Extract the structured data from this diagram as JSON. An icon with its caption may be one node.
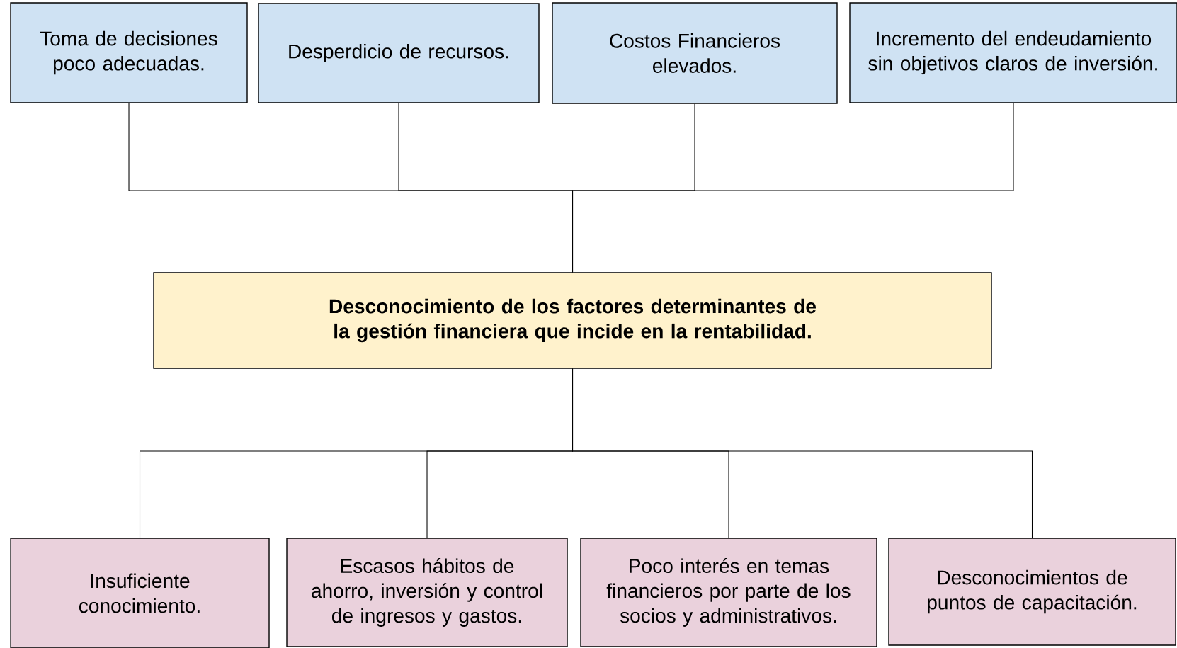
{
  "diagram": {
    "nodes": [
      {
        "text": [
          "Toma de decisiones poco adecuadas."
        ]
      },
      {
        "text": [
          "Desperdicio de recursos."
        ]
      },
      {
        "text": [
          "Costos Financieros elevados."
        ]
      },
      {
        "text": [
          "Incremento del endeudamiento sin objetivos claros de inversión."
        ]
      },
      {
        "text": [
          "Desconocimiento de los factores determinantes de la gestión financiera que incide en la rentabilidad."
        ]
      },
      {
        "text": [
          "Insuficiente conocimiento."
        ]
      },
      {
        "text": [
          "Escasos hábitos de ahorro, inversión y control de ingresos y gastos."
        ]
      },
      {
        "text": [
          "Poco interés en temas financieros por parte de los socios y administrativos."
        ]
      },
      {
        "text": [
          "Desconocimientos de puntos de capacitación."
        ]
      }
    ],
    "edges": [
      {
        "from": 0,
        "to": 4,
        "arrow": "none"
      },
      {
        "from": 1,
        "to": 4,
        "arrow": "none"
      },
      {
        "from": 2,
        "to": 4,
        "arrow": "none"
      },
      {
        "from": 3,
        "to": 4,
        "arrow": "none"
      },
      {
        "from": 4,
        "to": 5,
        "arrow": "none"
      },
      {
        "from": 4,
        "to": 6,
        "arrow": "none"
      },
      {
        "from": 4,
        "to": 7,
        "arrow": "none"
      },
      {
        "from": 4,
        "to": 8,
        "arrow": "none"
      }
    ]
  }
}
